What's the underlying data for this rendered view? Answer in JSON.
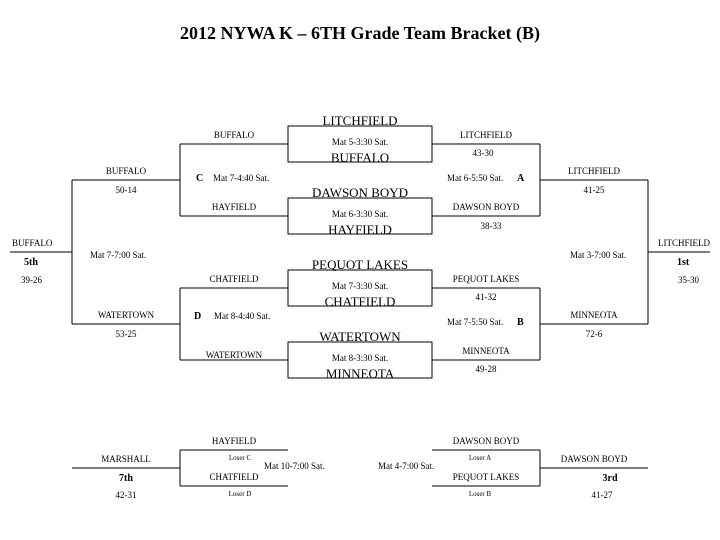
{
  "title": "2012 NYWA K – 6TH Grade Team Bracket (B)",
  "round1": {
    "m1": {
      "top": "LITCHFIELD",
      "bottom": "BUFFALO",
      "mat": "Mat 5-3:30  Sat."
    },
    "m2": {
      "top": "DAWSON BOYD",
      "bottom": "HAYFIELD",
      "mat": "Mat 6-3:30  Sat."
    },
    "m3": {
      "top": "PEQUOT LAKES",
      "bottom": "CHATFIELD",
      "mat": "Mat 7-3:30  Sat."
    },
    "m4": {
      "top": "WATERTOWN",
      "bottom": "MINNEOTA",
      "mat": "Mat 8-3:30  Sat."
    }
  },
  "left": {
    "buffalo1": "BUFFALO",
    "hayfield": "HAYFIELD",
    "chatfield": "CHATFIELD",
    "watertown1": "WATERTOWN",
    "buffalo2": "BUFFALO",
    "score_buffalo": "50-14",
    "watertown2": "WATERTOWN",
    "score_watertown": "53-25",
    "mat_c": "Mat 7-4:40 Sat.",
    "letter_c": "C",
    "mat_d": "Mat 8-4:40  Sat.",
    "letter_d": "D",
    "final_team": "BUFFALO",
    "final_mat": "Mat 7-7:00  Sat.",
    "place": "5th",
    "place_score": "39-26"
  },
  "right": {
    "litchfield1": "LITCHFIELD",
    "score1": "43-30",
    "dawson": "DAWSON BOYD",
    "score2": "38-33",
    "pequot": "PEQUOT LAKES",
    "score3": "41-32",
    "minneota1": "MINNEOTA",
    "score4": "49-28",
    "litchfield2": "LITCHFIELD",
    "score_a": "41-25",
    "mat_a": "Mat 6-5:50  Sat.",
    "letter_a": "A",
    "minneota2": "MINNEOTA",
    "score_b": "72-6",
    "mat_b": "Mat 7-5:50  Sat.",
    "letter_b": "B",
    "final_team": "LITCHFIELD",
    "final_mat": "Mat 3-7:00  Sat.",
    "place": "1st",
    "place_score": "35-30"
  },
  "consolation_left": {
    "top": "HAYFIELD",
    "loser_c": "Loser  C",
    "bottom": "CHATFIELD",
    "loser_d": "Loser  D",
    "mat": "Mat 10-7:00  Sat.",
    "winner": "MARSHALL",
    "place": "7th",
    "score": "42-31"
  },
  "consolation_right": {
    "top": "DAWSON BOYD",
    "loser_a": "Loser A",
    "bottom": "PEQUOT LAKES",
    "loser_b": "Loser B",
    "mat": "Mat 4-7:00  Sat.",
    "winner": "DAWSON BOYD",
    "place": "3rd",
    "score": "41-27"
  }
}
